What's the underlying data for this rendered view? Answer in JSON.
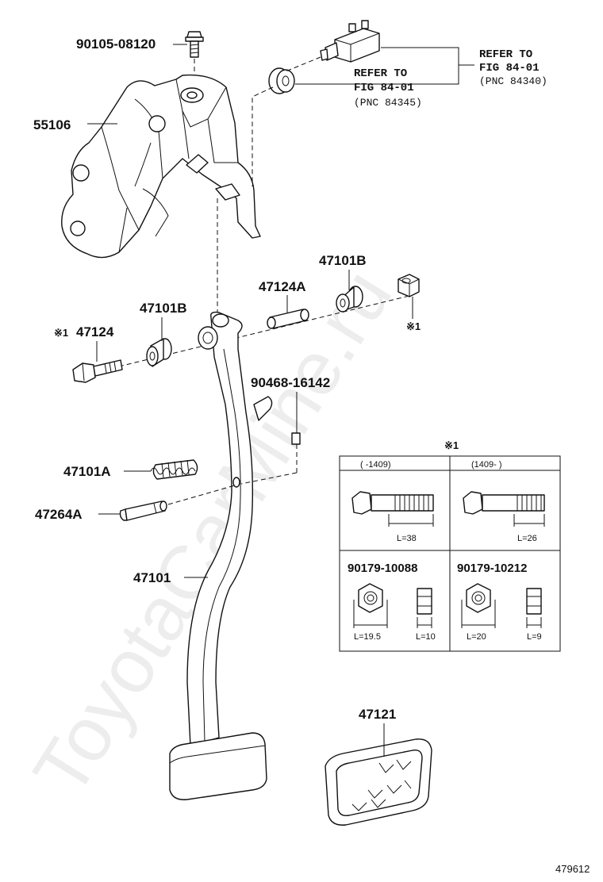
{
  "watermark": "ToyotaCarMine.ru",
  "figure_id": "479612",
  "labels": {
    "bolt_top": "90105-08120",
    "bracket": "55106",
    "bushing_right": "47101B",
    "collar": "47124A",
    "bushing_left": "47101B",
    "bolt_left": "47124",
    "bolt_left_mark": "※1",
    "nut_mark": "※1",
    "cushion": "90468-16142",
    "spring": "47101A",
    "pin": "47264A",
    "pedal_arm": "47101",
    "pad": "47121"
  },
  "refer": {
    "upper": {
      "l1": "REFER TO",
      "l2": "FIG 84-01",
      "l3": "(PNC 84340)"
    },
    "lower": {
      "l1": "REFER TO",
      "l2": "FIG 84-01",
      "l3": "(PNC 84345)"
    }
  },
  "table": {
    "mark": "※1",
    "col1_header": "(    -1409)",
    "col2_header": "(1409-     )",
    "bolt1_len": "L=38",
    "bolt2_len": "L=26",
    "nut1_part": "90179-10088",
    "nut2_part": "90179-10212",
    "nut1_width": "L=19.5",
    "nut1_height": "L=10",
    "nut2_width": "L=20",
    "nut2_height": "L=9"
  },
  "colors": {
    "ink": "#111111",
    "background": "#ffffff"
  }
}
